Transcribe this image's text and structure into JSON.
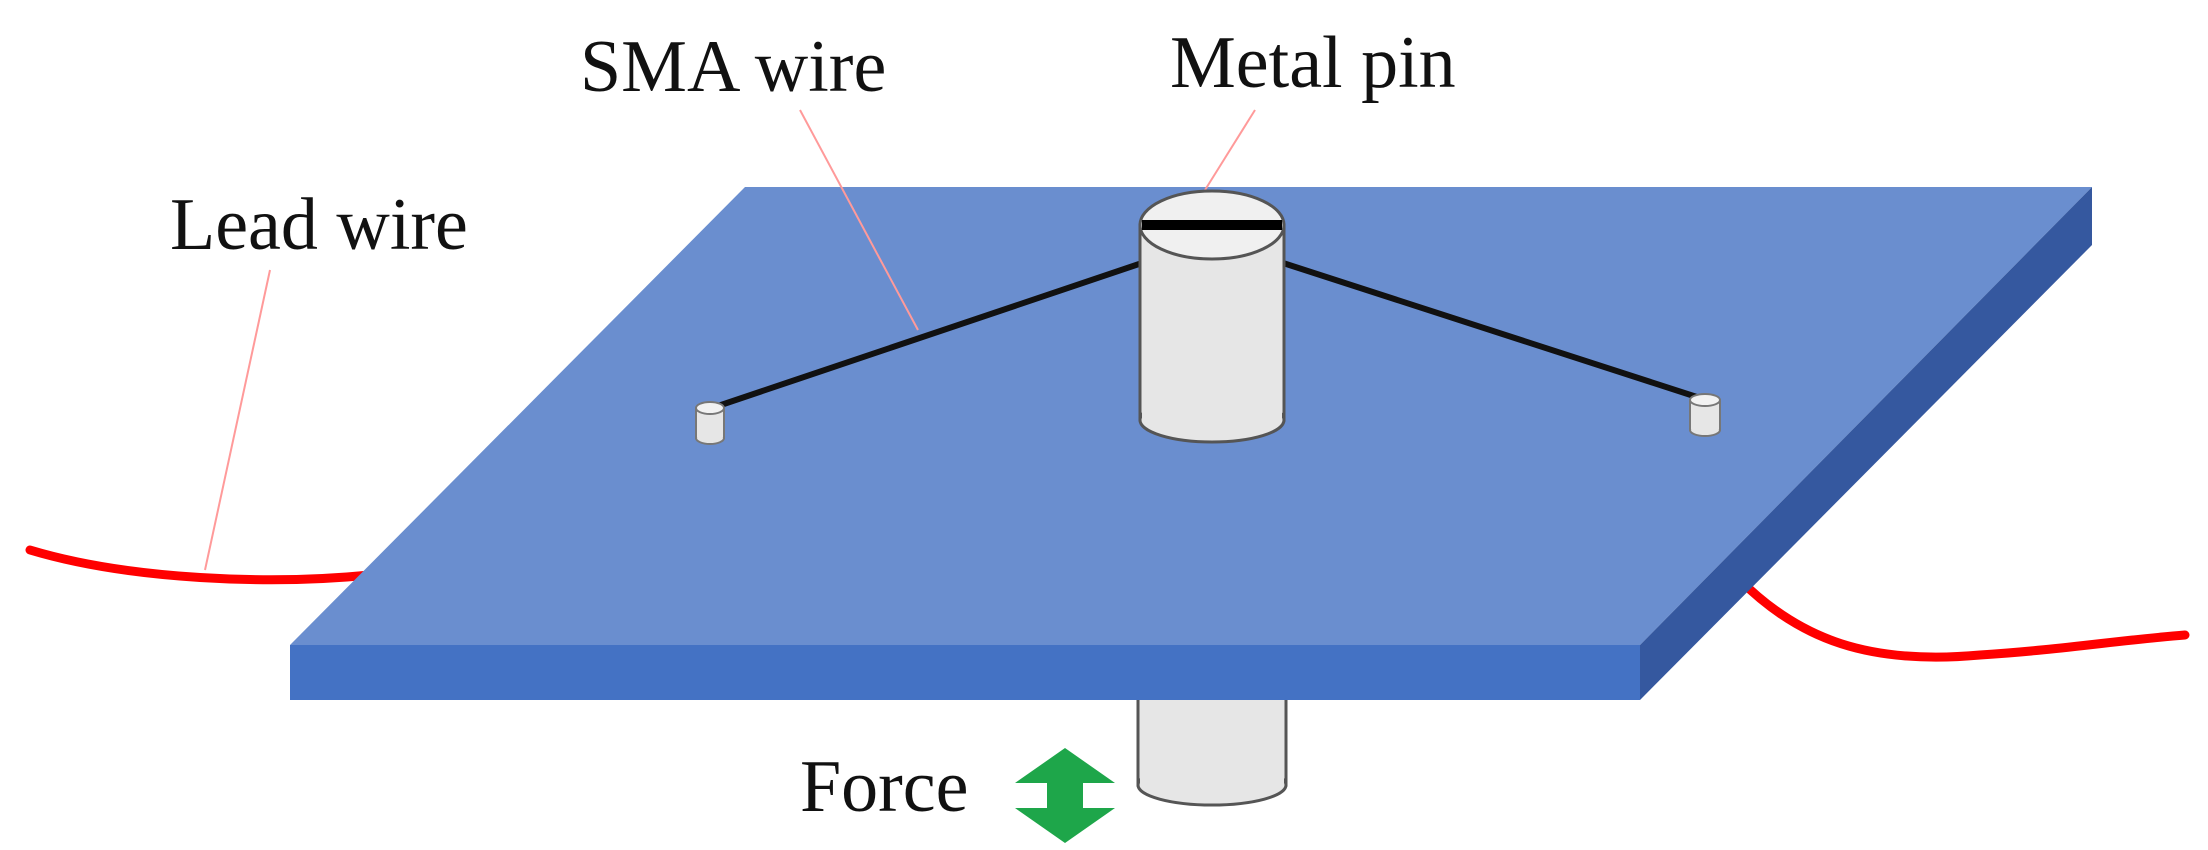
{
  "labels": {
    "sma_wire": "SMA wire",
    "metal_pin": "Metal pin",
    "lead_wire": "Lead wire",
    "force": "Force"
  },
  "colors": {
    "plate_top": "#6a8ecf",
    "plate_front": "#4472c4",
    "plate_side": "#35589f",
    "lead_wire": "#ff0000",
    "pointer_line": "#ff9a9a",
    "sma_wire": "#111111",
    "pin_fill": "#e6e6e6",
    "arrow": "#1ea64a"
  },
  "icons": {
    "force_arrow": "double-vertical-arrow-icon"
  }
}
